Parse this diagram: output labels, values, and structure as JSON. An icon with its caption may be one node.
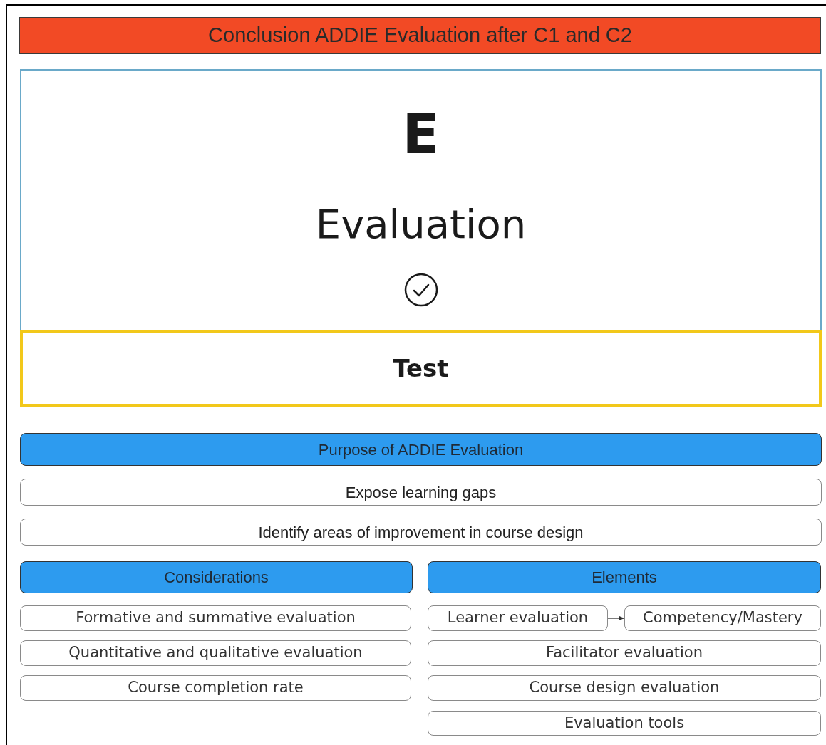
{
  "diagram": {
    "nodes": [
      {
        "text": [
          "Conclusion ADDIE Evaluation after C1 and C2"
        ]
      },
      {
        "text": [
          "E",
          "Evaluation"
        ]
      },
      {
        "text": [
          "Test"
        ]
      },
      {
        "text": [
          "Purpose of ADDIE Evaluation"
        ]
      },
      {
        "text": [
          "Expose learning gaps"
        ]
      },
      {
        "text": [
          "Identify areas of improvement in course design"
        ]
      },
      {
        "text": [
          "Considerations"
        ]
      },
      {
        "text": [
          "Elements"
        ]
      },
      {
        "text": [
          "Formative and summative evaluation"
        ]
      },
      {
        "text": [
          "Quantitative and qualitative evaluation"
        ]
      },
      {
        "text": [
          "Course completion rate"
        ]
      },
      {
        "text": [
          "Learner evaluation"
        ]
      },
      {
        "text": [
          "Competency/Mastery"
        ]
      },
      {
        "text": [
          "Facilitator evaluation"
        ]
      },
      {
        "text": [
          "Course design evaluation"
        ]
      },
      {
        "text": [
          "Evaluation tools"
        ]
      }
    ],
    "edges": [
      {
        "from": 11,
        "to": 12,
        "arrow": "to"
      }
    ]
  }
}
